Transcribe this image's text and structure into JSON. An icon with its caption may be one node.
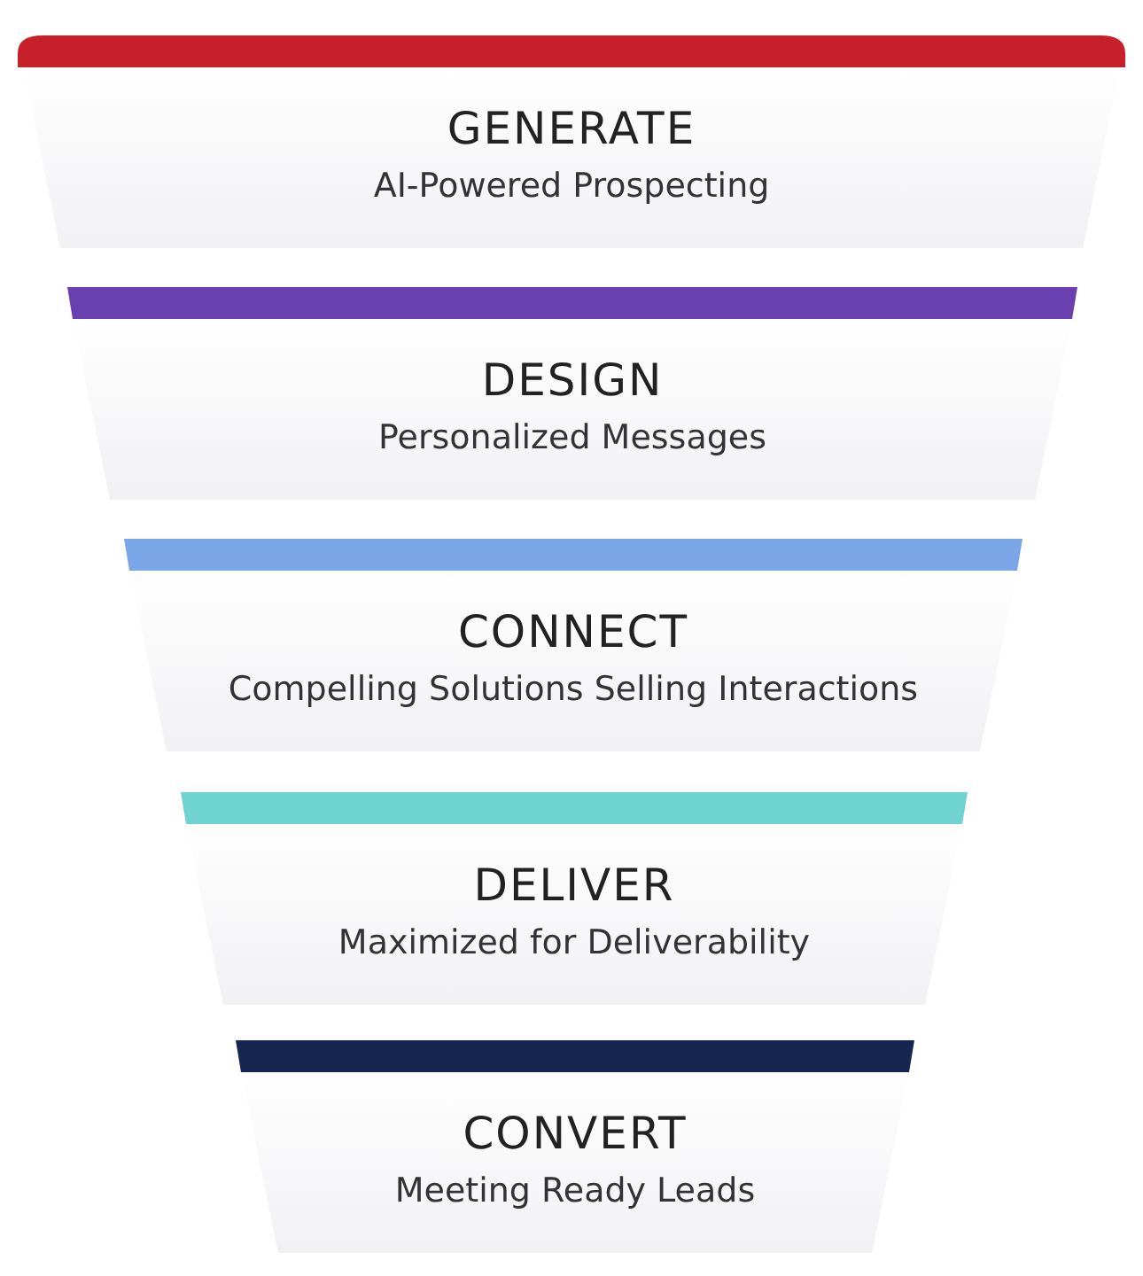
{
  "diagram": {
    "nodes": [
      {
        "text": [
          "GENERATE",
          "AI-Powered Prospecting"
        ]
      },
      {
        "text": [
          "DESIGN",
          "Personalized Messages"
        ]
      },
      {
        "text": [
          "CONNECT",
          "Compelling Solutions Selling Interactions"
        ]
      },
      {
        "text": [
          "DELIVER",
          "Maximized for Deliverability"
        ]
      },
      {
        "text": [
          "CONVERT",
          "Meeting Ready Leads"
        ]
      }
    ]
  }
}
